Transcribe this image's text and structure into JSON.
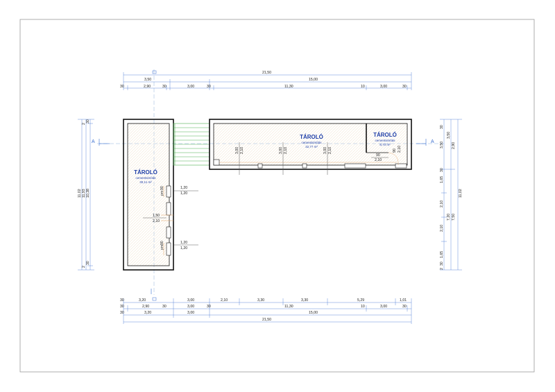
{
  "rooms": {
    "left": {
      "name": "TÁROLÓ",
      "material": "cementsimítás",
      "area": "30,11 m²"
    },
    "middle": {
      "name": "TÁROLÓ",
      "material": "cementsimítás",
      "area": "32,77 m²"
    },
    "right": {
      "name": "TÁROLÓ",
      "material": "cementsimítás",
      "area": "8,70 m²"
    }
  },
  "section_marks": {
    "left": "A",
    "right": "A"
  },
  "top_dims": {
    "row1": [
      "21,50"
    ],
    "row2": [
      "3,50",
      "15,00"
    ],
    "row3": [
      "30",
      "2,90",
      "30",
      "3,00",
      "30",
      "11,30",
      "10",
      "3,00",
      "30"
    ]
  },
  "bottom_dims": {
    "row1": [
      "30",
      "3,20",
      "3,00",
      "2,10",
      "3,30",
      "3,30",
      "5,29",
      "1,01"
    ],
    "row2": [
      "30",
      "2,90",
      "30",
      "3,00",
      "30",
      "11,30",
      "10",
      "3,00",
      "30"
    ],
    "row3": [
      "30",
      "3,20",
      "3,00",
      "15,00"
    ],
    "row4": [
      "21,50"
    ]
  },
  "left_dims": {
    "outer": "11,02",
    "mid": "11,93",
    "inner": "10,38",
    "small": [
      "30",
      "2",
      "30",
      "2"
    ]
  },
  "right_dims": {
    "col1": [
      "30",
      "3,50",
      "30",
      "1,65",
      "2,10",
      "2,10",
      "1,65",
      "30",
      "2"
    ],
    "col2": [
      "3,50",
      "2,90",
      "7,20",
      "7,50"
    ],
    "col3": [
      "11,02"
    ]
  },
  "openings": {
    "left_upper": [
      "1,20",
      "1,20",
      "90",
      "pm"
    ],
    "left_mid": [
      "1,50",
      "2,10"
    ],
    "left_lower": [
      "1,20",
      "1,20",
      "90",
      "pm"
    ],
    "middle_windows": [
      [
        "3,00",
        "2,10"
      ],
      [
        "3,00",
        "2,10"
      ],
      [
        "3,00",
        "2,10"
      ]
    ],
    "door": [
      "90",
      "2,10"
    ],
    "door_vertical": [
      "90",
      "2,10"
    ]
  }
}
